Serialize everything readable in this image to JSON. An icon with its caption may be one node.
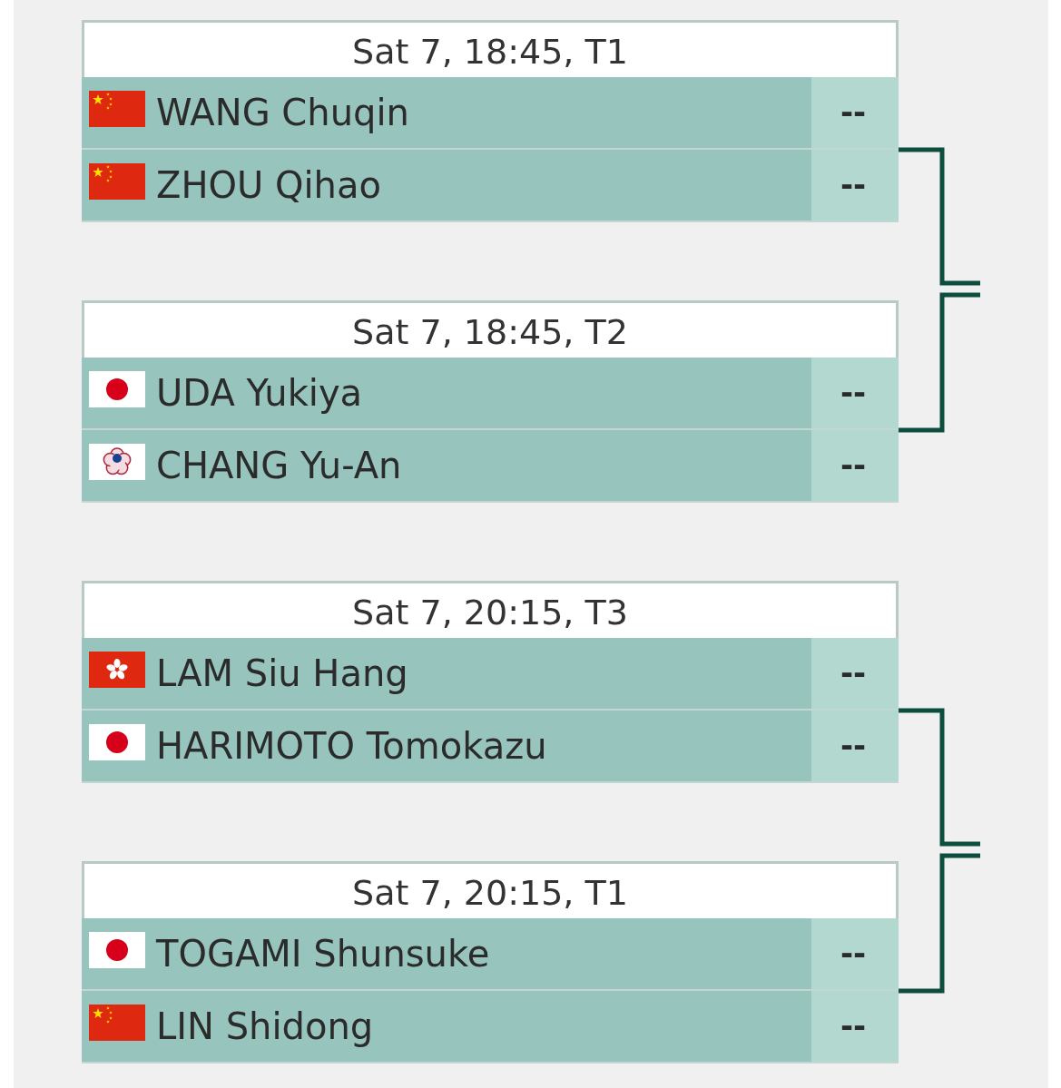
{
  "diagram": {
    "nodes": [
      {
        "text": [
          "Sat 7, 18:45, T1"
        ]
      },
      {
        "text": [
          "WANG Chuqin",
          "--"
        ],
        "in": 0
      },
      {
        "text": [
          "ZHOU Qihao",
          "--"
        ],
        "in": 0
      },
      {
        "text": [
          "Sat 7, 18:45, T2"
        ]
      },
      {
        "text": [
          "UDA Yukiya",
          "--"
        ],
        "in": 3
      },
      {
        "text": [
          "CHANG Yu-An",
          "--"
        ],
        "in": 3
      },
      {
        "text": [
          "Sat 7, 20:15, T3"
        ]
      },
      {
        "text": [
          "LAM Siu Hang",
          "--"
        ],
        "in": 6
      },
      {
        "text": [
          "HARIMOTO Tomokazu",
          "--"
        ],
        "in": 6
      },
      {
        "text": [
          "Sat 7, 20:15, T1"
        ]
      },
      {
        "text": [
          "TOGAMI Shunsuke",
          "--"
        ],
        "in": 9
      },
      {
        "text": [
          "LIN Shidong",
          "--"
        ],
        "in": 9
      }
    ],
    "edges": [
      {
        "from": 0,
        "to": null,
        "arrow": "none"
      },
      {
        "from": 3,
        "to": null,
        "arrow": "none"
      },
      {
        "from": 6,
        "to": null,
        "arrow": "none"
      },
      {
        "from": 9,
        "to": null,
        "arrow": "none"
      }
    ]
  }
}
